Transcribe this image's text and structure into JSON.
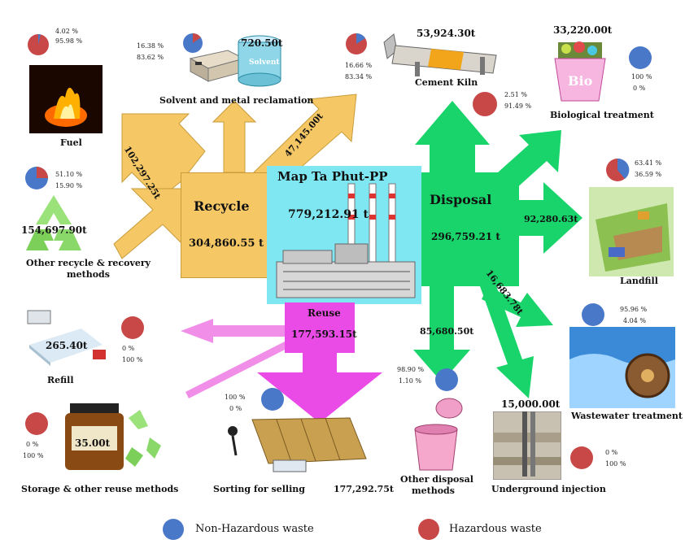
{
  "center": {
    "title": "Map Ta Phut-PP",
    "total": "779,212.91 t"
  },
  "recycle": {
    "title": "Recycle",
    "total": "304,860.55 t",
    "arrow_fuel": "102,297.25t",
    "arrow_solvent": "47,145.00t"
  },
  "disposal": {
    "title": "Disposal",
    "total": "296,759.21 t",
    "arrow_landfill": "92,280.63t",
    "arrow_wastewater": "16,683.78t",
    "arrow_other": "85,680.50t"
  },
  "reuse": {
    "title": "Reuse",
    "total": "177,593.15t"
  },
  "nodes": {
    "fuel": {
      "label": "Fuel",
      "pct1": "4.02 %",
      "pct2": "95.98 %"
    },
    "solvent": {
      "label": "Solvent and metal reclamation",
      "value": "720.50t",
      "drum_label": "Solvent",
      "pct1": "16.38 %",
      "pct2": "83.62 %"
    },
    "cement": {
      "label": "Cement Kiln",
      "value": "53,924.30t",
      "pct1": "16.66 %",
      "pct2": "83.34 %",
      "pct3": "2.51 %",
      "pct4": "91.49 %"
    },
    "bio": {
      "label": "Biological treatment",
      "value": "33,220.00t",
      "bin_label": "Bio",
      "pct1": "100 %",
      "pct2": "0 %"
    },
    "other_recycle": {
      "label1": "Other recycle & recovery",
      "label2": "methods",
      "value": "154,697.90t",
      "pct1": "51.10 %",
      "pct2": "15.90 %"
    },
    "landfill": {
      "label": "Landfill",
      "pct1": "63.41 %",
      "pct2": "36.59 %"
    },
    "refill": {
      "label": "Refill",
      "value": "265.40t",
      "pct1": "0 %",
      "pct2": "100 %"
    },
    "wastewater": {
      "label": "Wastewater treatment",
      "pct1": "95.96 %",
      "pct2": "4.04 %"
    },
    "storage": {
      "label": "Storage & other reuse methods",
      "value": "35.00t",
      "pct1": "0 %",
      "pct2": "100 %"
    },
    "sorting": {
      "label": "Sorting for selling",
      "value": "177,292.75t",
      "pct1": "100 %",
      "pct2": "0 %"
    },
    "other_disposal": {
      "label1": "Other disposal",
      "label2": "methods",
      "pct1": "98.90 %",
      "pct2": "1.10 %"
    },
    "underground": {
      "label": "Underground injection",
      "value": "15,000.00t",
      "pct1": "0 %",
      "pct2": "100 %"
    }
  },
  "legend": {
    "non_hazardous": "Non-Hazardous waste",
    "hazardous": "Hazardous waste"
  },
  "colors": {
    "recycle": "#f5c765",
    "disposal": "#18d46a",
    "reuse": "#ea4be6",
    "center": "#7fe7f2",
    "non_hazardous": "#4a78c8",
    "hazardous": "#c84848"
  }
}
